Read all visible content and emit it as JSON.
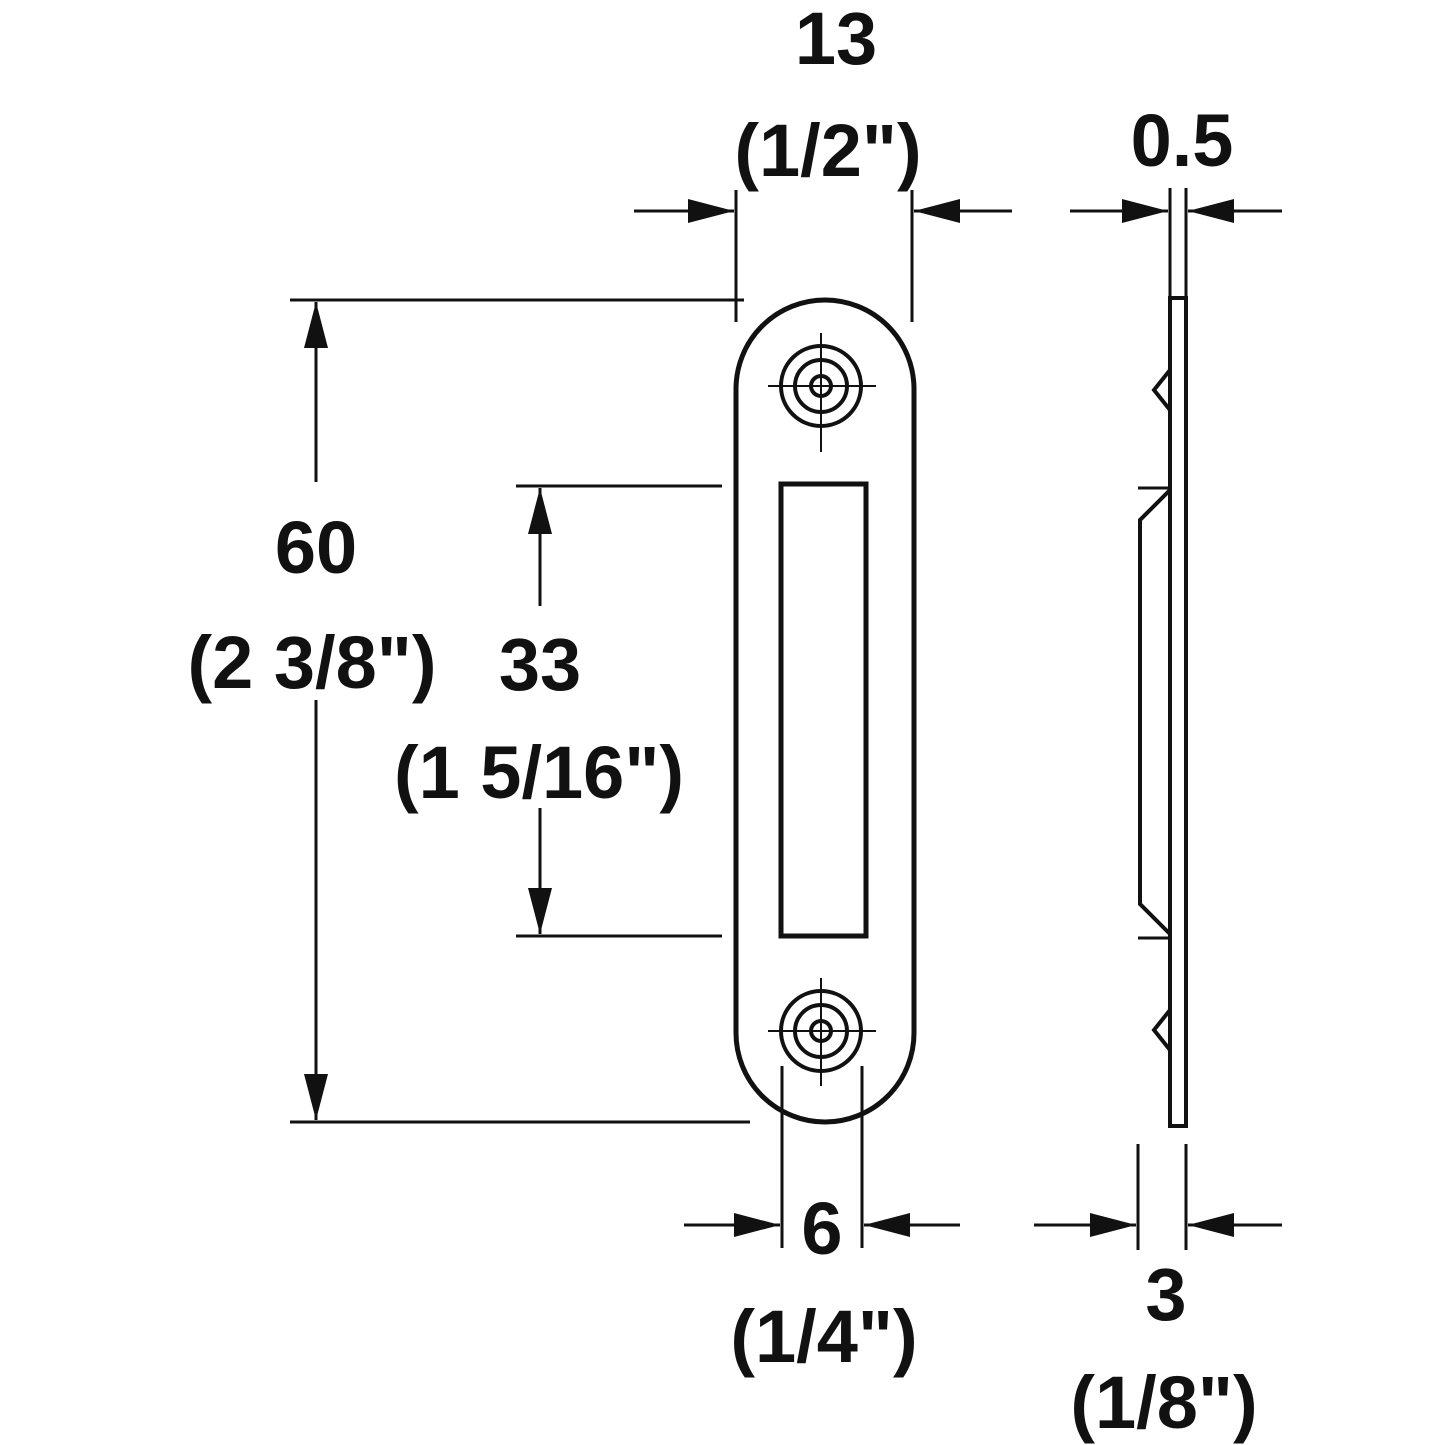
{
  "colors": {
    "line": "#111111",
    "background": "#ffffff"
  },
  "dimensions": {
    "width": {
      "mm": "13",
      "inch": "(1/2\")"
    },
    "height": {
      "mm": "60",
      "inch": "(2 3/8\")"
    },
    "slot_length": {
      "mm": "33",
      "inch": "(1 5/16\")"
    },
    "hole_spacing": {
      "mm": "6",
      "inch": "(1/4\")"
    },
    "plate_thickness": {
      "mm": "0.5"
    },
    "depth": {
      "mm": "3",
      "inch": "(1/8\")"
    }
  }
}
